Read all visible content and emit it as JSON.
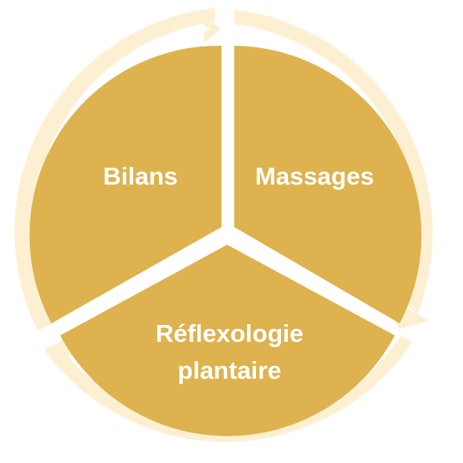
{
  "diagram": {
    "type": "cycle",
    "segments": [
      {
        "label_lines": [
          "Bilans"
        ]
      },
      {
        "label_lines": [
          "Massages"
        ]
      },
      {
        "label_lines": [
          "Réflexologie",
          "plantaire"
        ]
      }
    ],
    "colors": {
      "segment_fill": "#DDB24F",
      "arrow_fill": "#FDF0D2",
      "background": "#FFFFFF"
    }
  }
}
